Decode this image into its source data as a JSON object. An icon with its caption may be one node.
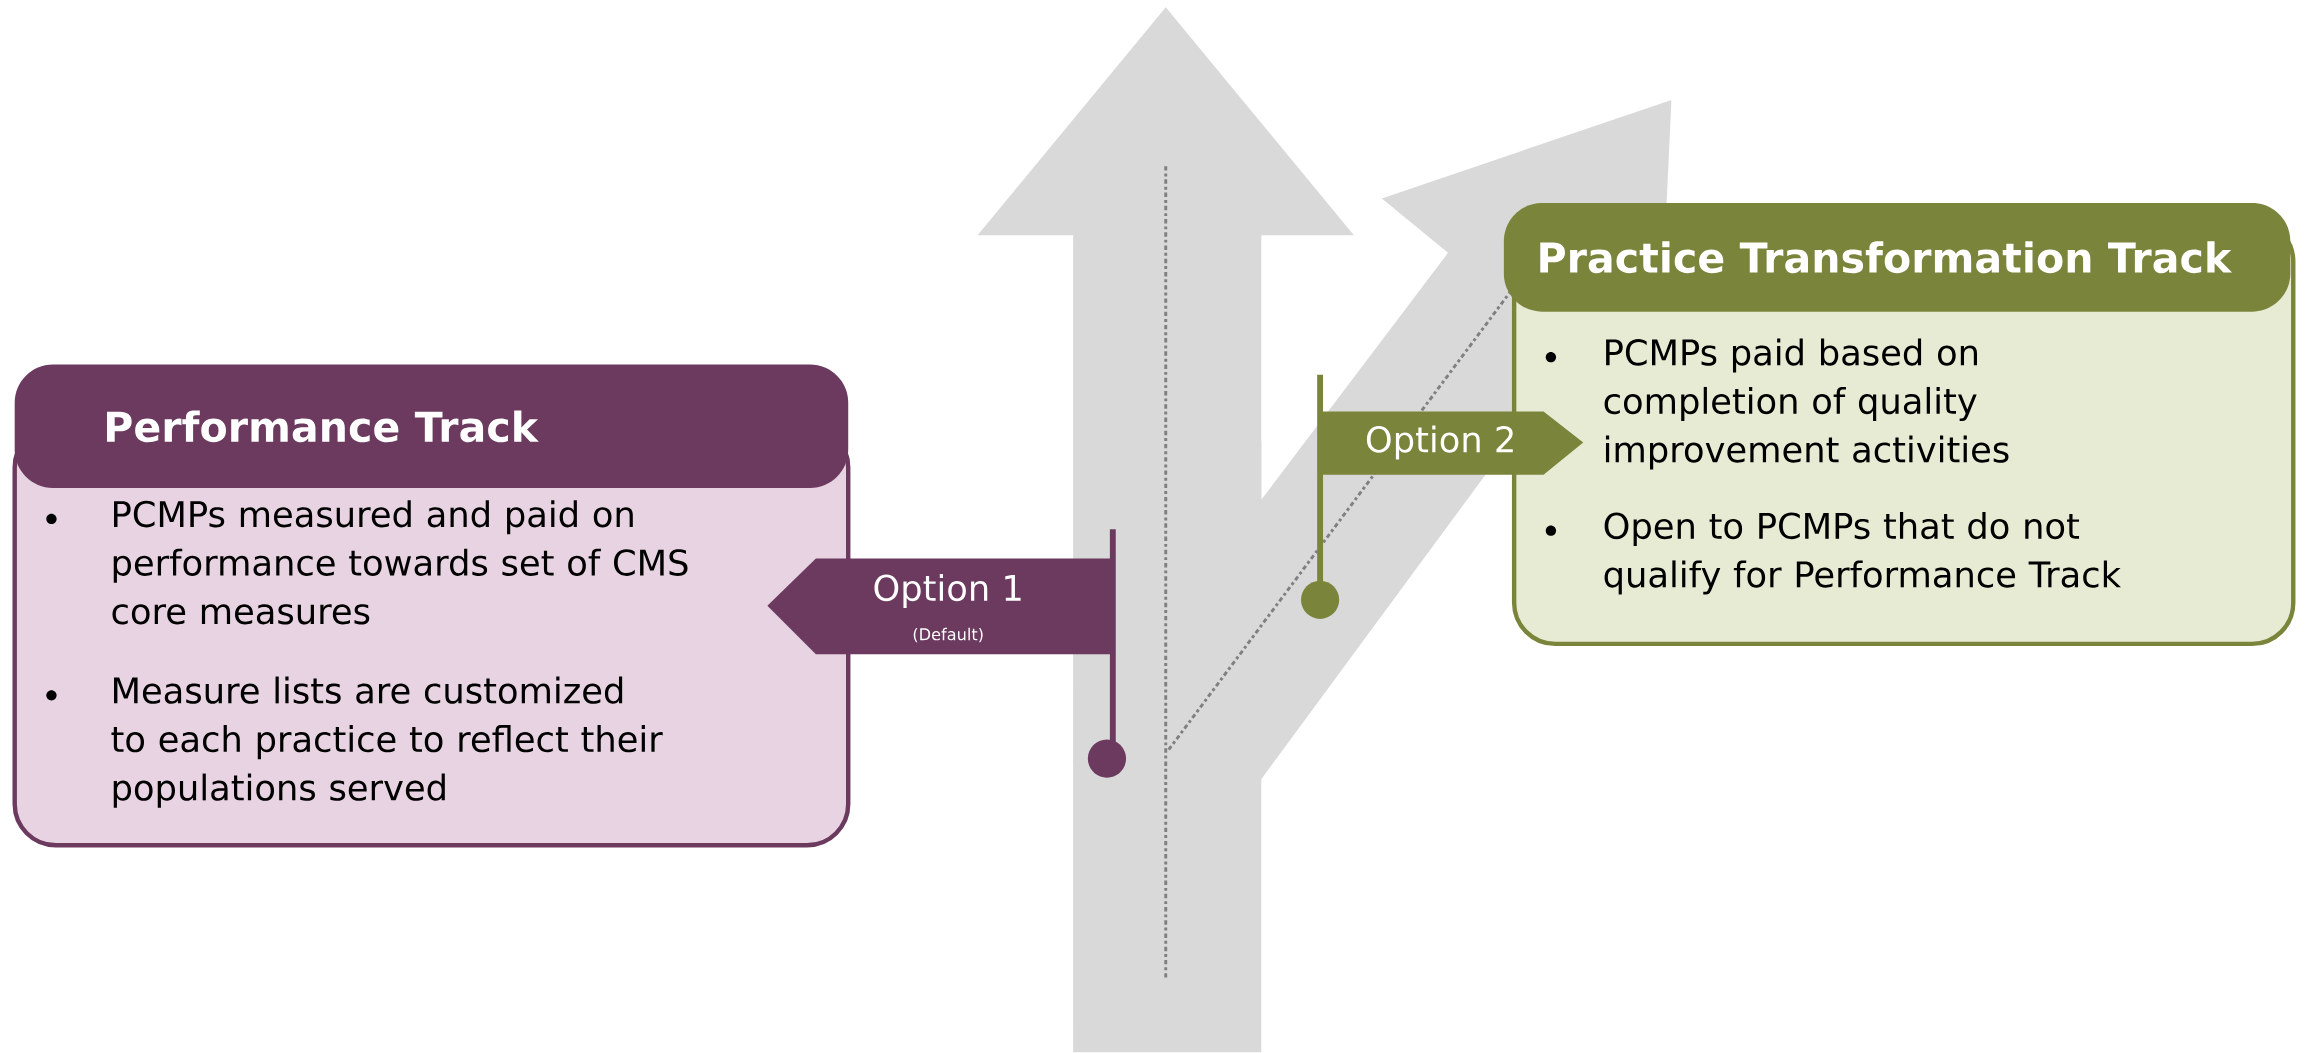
{
  "diagram": {
    "nodes": [
      {
        "text": [
          "Performance Track",
          "PCMPs measured and paid on performance towards set of CMS core measures",
          "Measure lists are customized to each practice to reflect their populations served"
        ]
      },
      {
        "text": [
          "Option 1",
          "(Default)"
        ]
      },
      {
        "text": [
          "Option 2"
        ]
      },
      {
        "text": [
          "Practice Transformation Track",
          "PCMPs paid based on completion of quality improvement activities",
          "Open to PCMPs that do not qualify for Performance Track"
        ]
      }
    ]
  }
}
